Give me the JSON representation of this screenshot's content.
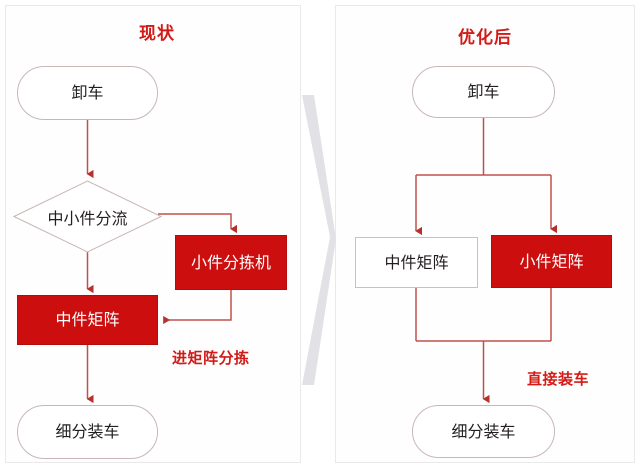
{
  "meta": {
    "accent_red": "#cc0e0e",
    "title_red": "#d31a16",
    "connector_red": "#c0504d",
    "node_border_gray": "#c9b7b7",
    "panel_bg": "#fefefe",
    "page_bg": "#ffffff",
    "divider_gray": "#e2e2e6"
  },
  "left_panel": {
    "title": "现状",
    "nodes": {
      "unload": "卸车",
      "decision": "中小件分流",
      "small_sorter": "小件分拣机",
      "medium_matrix": "中件矩阵",
      "load": "细分装车"
    },
    "annotation": "进矩阵分拣"
  },
  "right_panel": {
    "title": "优化后",
    "nodes": {
      "unload": "卸车",
      "medium_matrix": "中件矩阵",
      "small_matrix": "小件矩阵",
      "load": "细分装车"
    },
    "annotation": "直接装车"
  }
}
